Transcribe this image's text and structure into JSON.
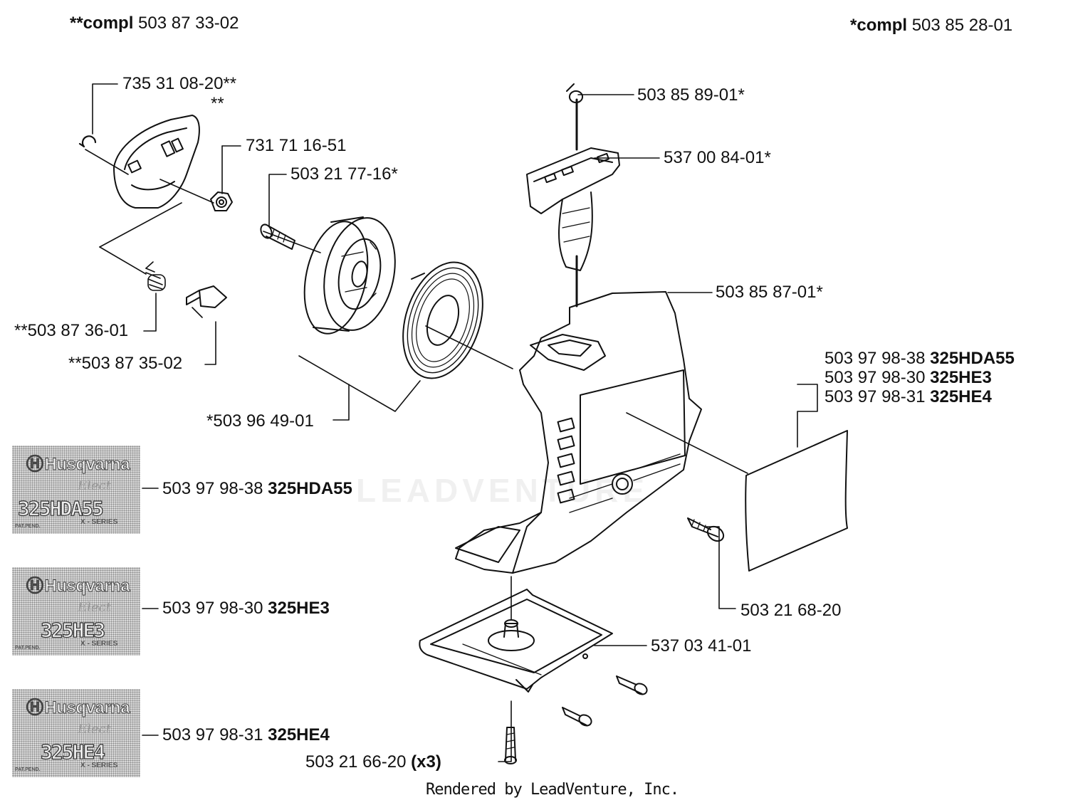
{
  "header": {
    "left": {
      "prefix": "**compl",
      "number": "503 87 33-02"
    },
    "right": {
      "prefix": "*compl",
      "number": "503 85 28-01"
    }
  },
  "parts": {
    "circlip": "735 31 08-20**",
    "pawl_cover_mark": "**",
    "nut": "731 71 16-51",
    "pulley_screw": "503 21 77-16*",
    "spring_kit": "**503 87 36-01",
    "pawl_kit": "**503 87 35-02",
    "pulley_spring": "*503 96 49-01",
    "handle_clip": "503 85 89-01*",
    "handle": "537 00 84-01*",
    "housing": "503 85 87-01*",
    "housing_screw": "503 21 68-20",
    "guard_plate": "537 03 41-01",
    "bottom_screw": {
      "number": "503 21 66-20",
      "qty": "(x3)"
    }
  },
  "decal_list": [
    {
      "number": "503 97 98-38",
      "model": "325HDA55"
    },
    {
      "number": "503 97 98-30",
      "model": "325HE3"
    },
    {
      "number": "503 97 98-31",
      "model": "325HE4"
    }
  ],
  "decals": [
    {
      "brand": "Husqvarna",
      "signature": "Elect",
      "model_mark": "325HDA55",
      "series": "X - SERIES",
      "pat": "PAT.PEND.",
      "number": "503 97 98-38",
      "model": "325HDA55"
    },
    {
      "brand": "Husqvarna",
      "signature": "Elect",
      "model_mark": "325HE3",
      "series": "X - SERIES",
      "pat": "PAT.PEND.",
      "number": "503 97 98-30",
      "model": "325HE3"
    },
    {
      "brand": "Husqvarna",
      "signature": "Elect",
      "model_mark": "325HE4",
      "series": "X - SERIES",
      "pat": "PAT.PEND.",
      "number": "503 97 98-31",
      "model": "325HE4"
    }
  ],
  "watermark": "LEADVENTURE",
  "footer": "Rendered by LeadVenture, Inc."
}
